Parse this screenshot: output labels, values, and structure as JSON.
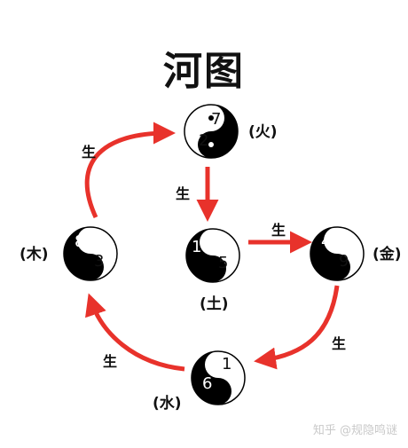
{
  "title": "河图",
  "nodes": {
    "fire": {
      "top": "7",
      "bottom": "2",
      "element": "(火)"
    },
    "earth": {
      "top": "10",
      "bottom": "5",
      "element": "(土)"
    },
    "metal": {
      "top": "4",
      "bottom": "9",
      "element": "(金)"
    },
    "wood": {
      "top": "8",
      "bottom": "3",
      "element": "(木)"
    },
    "water": {
      "top": "1",
      "bottom": "6",
      "element": "(水)"
    }
  },
  "arrows": {
    "wood_to_fire": "生",
    "fire_to_earth": "生",
    "earth_to_metal": "生",
    "metal_to_water": "生",
    "water_to_wood": "生"
  },
  "watermark": "知乎 @规隐鸣谜",
  "colors": {
    "arrow": "#e8322b",
    "yin": "#000000",
    "yang": "#ffffff"
  }
}
